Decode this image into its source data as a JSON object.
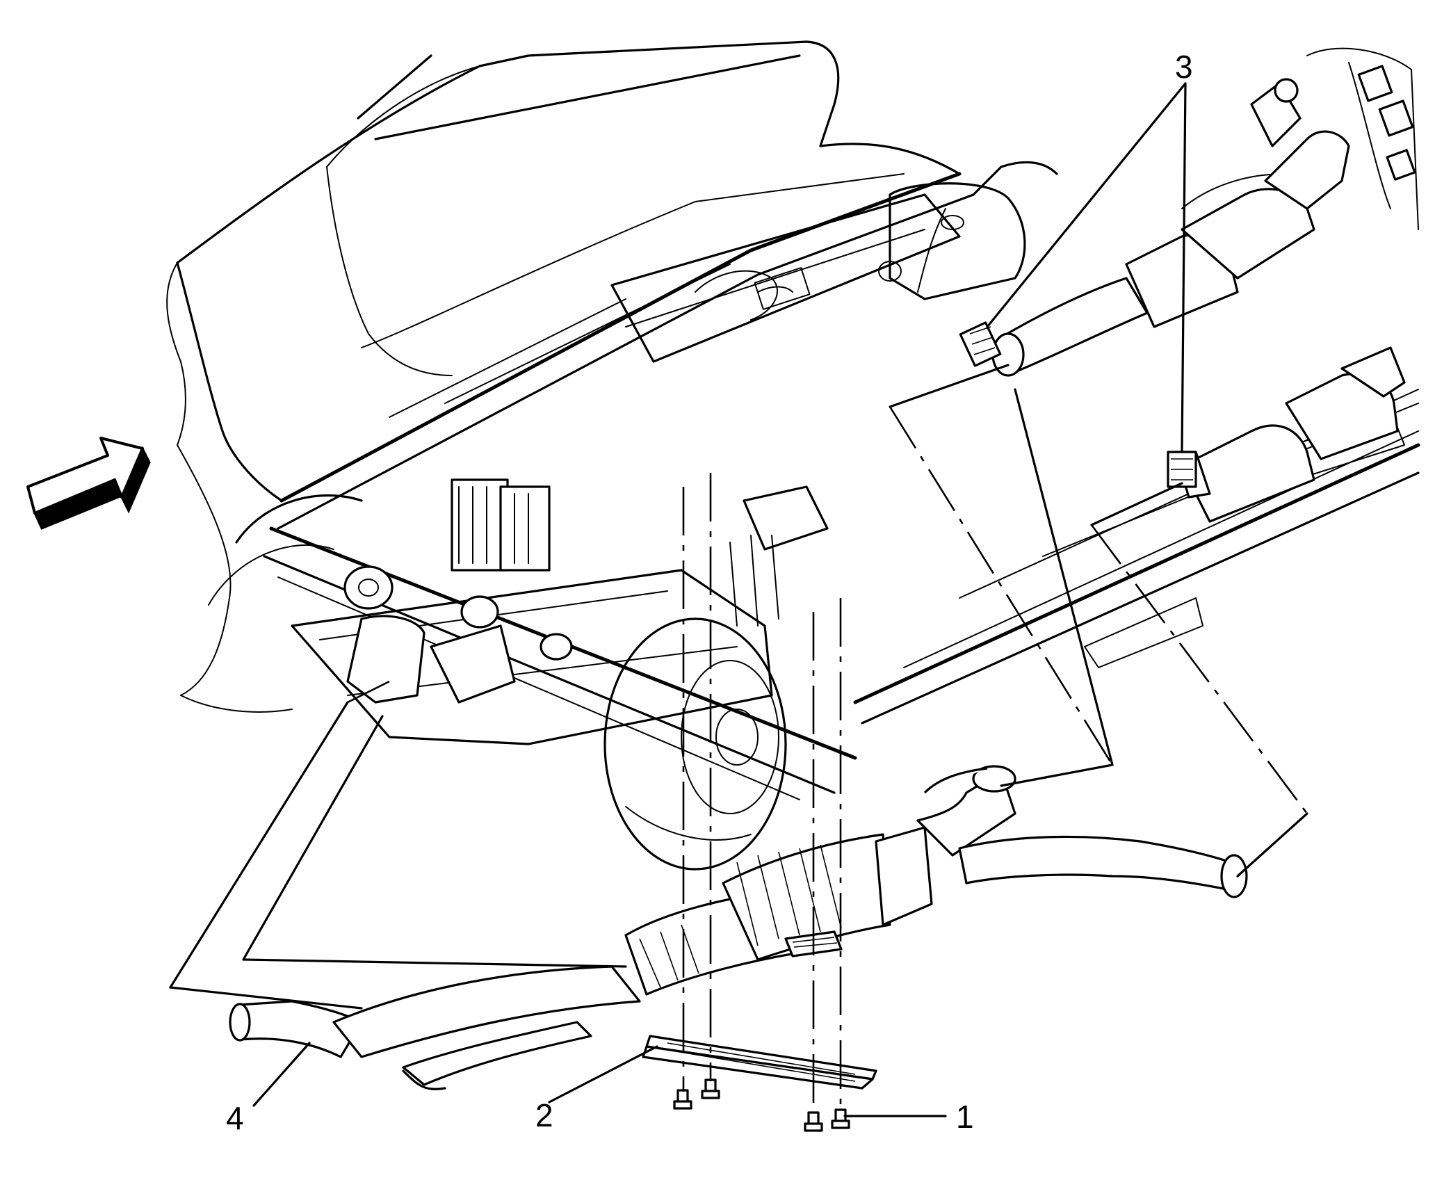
{
  "diagram": {
    "callouts": [
      {
        "id": "1",
        "label": "1"
      },
      {
        "id": "2",
        "label": "2"
      },
      {
        "id": "3",
        "label": "3"
      },
      {
        "id": "4",
        "label": "4"
      }
    ],
    "icons": {
      "direction_arrow": "front-direction-arrow-icon"
    }
  }
}
